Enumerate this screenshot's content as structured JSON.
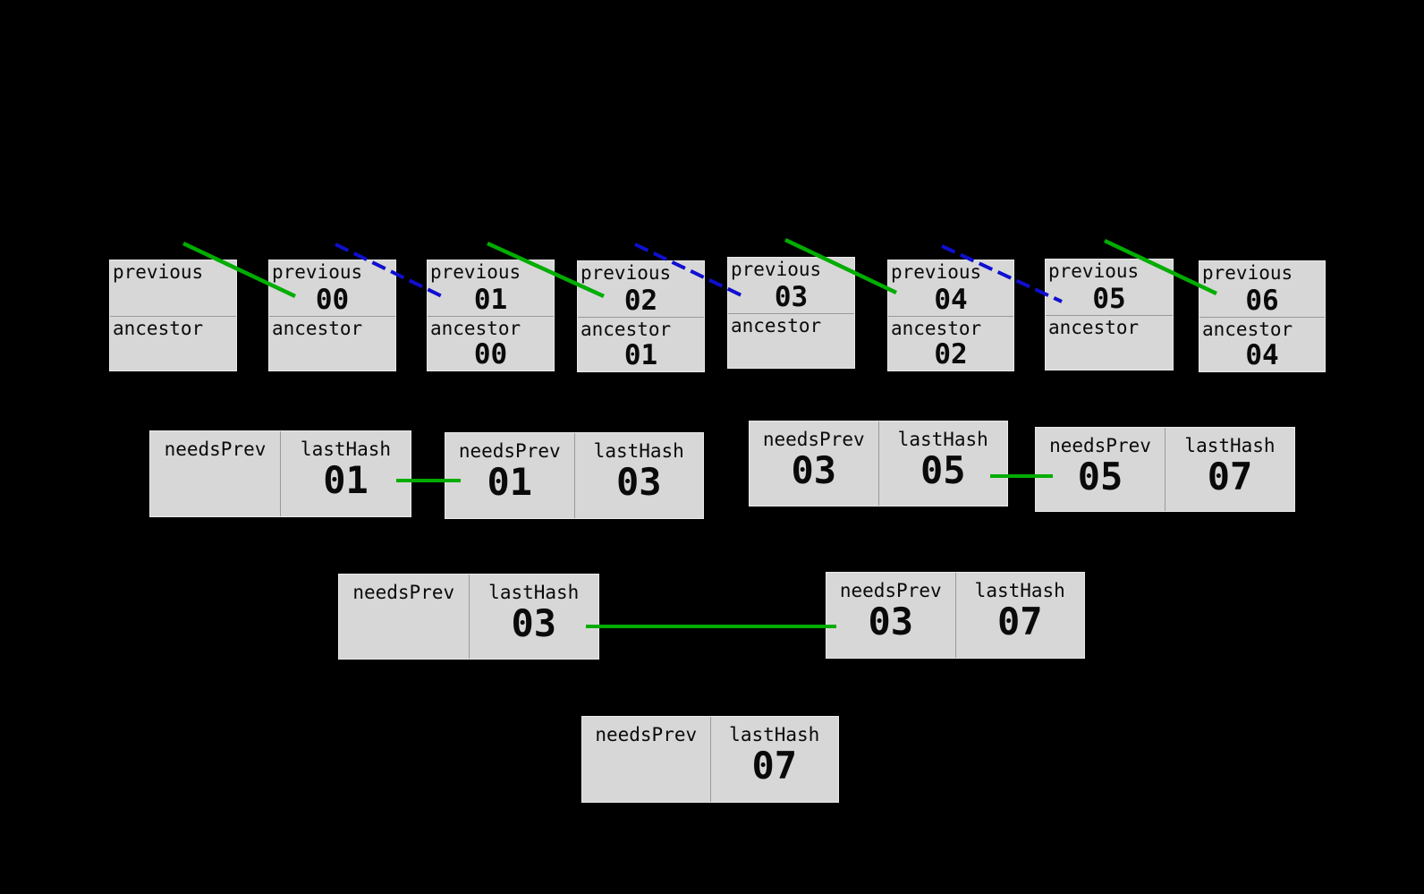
{
  "colors": {
    "background": "#000000",
    "box_fill": "#d7d7d7",
    "box_border": "#e9e9e9",
    "divider": "#9a9a9a",
    "text": "#0a0a0a",
    "green_edge": "#00ad00",
    "blue_edge": "#0f0fd0"
  },
  "labels": {
    "previous": "previous",
    "ancestor": "ancestor",
    "needsPrev": "needsPrev",
    "lastHash": "lastHash"
  },
  "diagram": {
    "header_row": [
      {
        "previous": "",
        "ancestor": ""
      },
      {
        "previous": "00",
        "ancestor": ""
      },
      {
        "previous": "01",
        "ancestor": "00"
      },
      {
        "previous": "02",
        "ancestor": "01"
      },
      {
        "previous": "03",
        "ancestor": ""
      },
      {
        "previous": "04",
        "ancestor": "02"
      },
      {
        "previous": "05",
        "ancestor": ""
      },
      {
        "previous": "06",
        "ancestor": "04"
      }
    ],
    "sync_row_top": [
      {
        "needsPrev": "",
        "lastHash": "01"
      },
      {
        "needsPrev": "01",
        "lastHash": "03"
      },
      {
        "needsPrev": "03",
        "lastHash": "05"
      },
      {
        "needsPrev": "05",
        "lastHash": "07"
      }
    ],
    "sync_row_mid": [
      {
        "needsPrev": "",
        "lastHash": "03"
      },
      {
        "needsPrev": "03",
        "lastHash": "07"
      }
    ],
    "sync_row_bottom": [
      {
        "needsPrev": "",
        "lastHash": "07"
      }
    ]
  }
}
